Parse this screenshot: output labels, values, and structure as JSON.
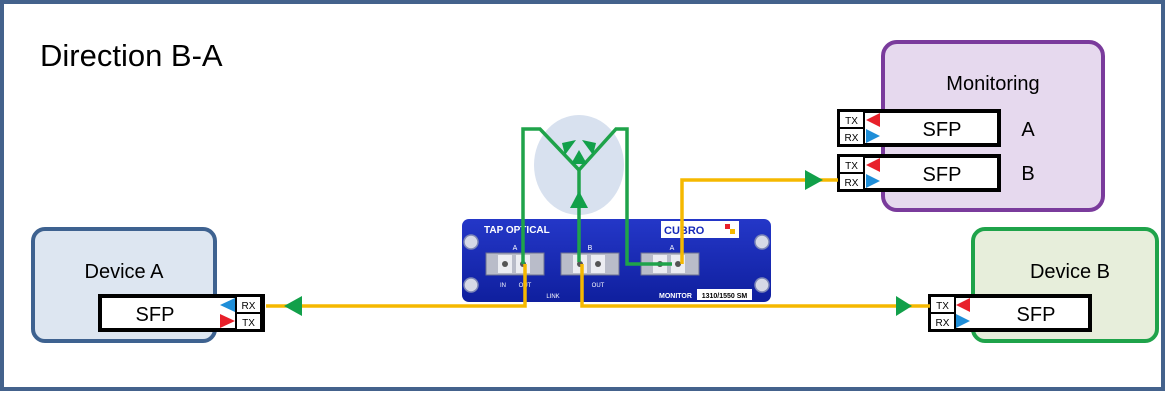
{
  "title": "Direction B-A",
  "monitoring": {
    "title": "Monitoring",
    "ports": [
      {
        "sfp": "SFP",
        "tx": "TX",
        "rx": "RX",
        "label": "A"
      },
      {
        "sfp": "SFP",
        "tx": "TX",
        "rx": "RX",
        "label": "B"
      }
    ]
  },
  "device_a": {
    "title": "Device A",
    "sfp": "SFP",
    "rx": "RX",
    "tx": "TX"
  },
  "device_b": {
    "title": "Device B",
    "sfp": "SFP",
    "tx": "TX",
    "rx": "RX"
  },
  "tap_panel": {
    "title": "TAP  OPTICAL",
    "brand": "CUBRO",
    "port_a": "A",
    "port_b": "B",
    "monitor_port_a": "A",
    "in_label": "IN",
    "out_label": "OUT",
    "out_label_b": "OUT",
    "link_label": "LINK",
    "monitor_label": "MONITOR",
    "spec_badge": "1310/1550 SM"
  },
  "colors": {
    "frame": "#44628c",
    "device_a_border": "#3e6290",
    "device_a_fill": "#dde6f1",
    "device_b_border": "#1fa34a",
    "device_b_fill": "#e7eedb",
    "monitoring_border": "#7a3b9c",
    "monitoring_fill": "#e6d9ee",
    "fiber_orange": "#f5b800",
    "fiber_green": "#1fa34a",
    "arrow_green": "#12a04a",
    "tx_red": "#e8202a",
    "rx_blue": "#1f8ed8",
    "panel_blue": "#1528b8",
    "splitter_fill": "#d8e1ef"
  }
}
